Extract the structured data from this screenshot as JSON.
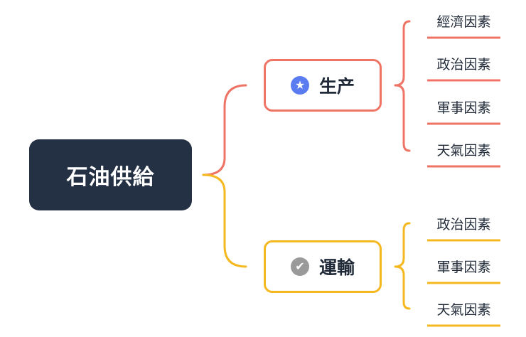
{
  "root": {
    "label": "石油供給"
  },
  "branches": [
    {
      "label": "生产",
      "icon": "star-badge-icon",
      "icon_glyph": "★",
      "leaves": [
        "經濟因素",
        "政治因素",
        "軍事因素",
        "天氣因素"
      ]
    },
    {
      "label": "運輸",
      "icon": "check-badge-icon",
      "icon_glyph": "✔",
      "leaves": [
        "政治因素",
        "軍事因素",
        "天氣因素"
      ]
    }
  ],
  "colors": {
    "root_bg": "#243044",
    "production": "#f07466",
    "transport": "#f5b820",
    "star_badge": "#5b7cf0",
    "check_badge": "#9a9a9a",
    "text_dark": "#1f2937"
  }
}
